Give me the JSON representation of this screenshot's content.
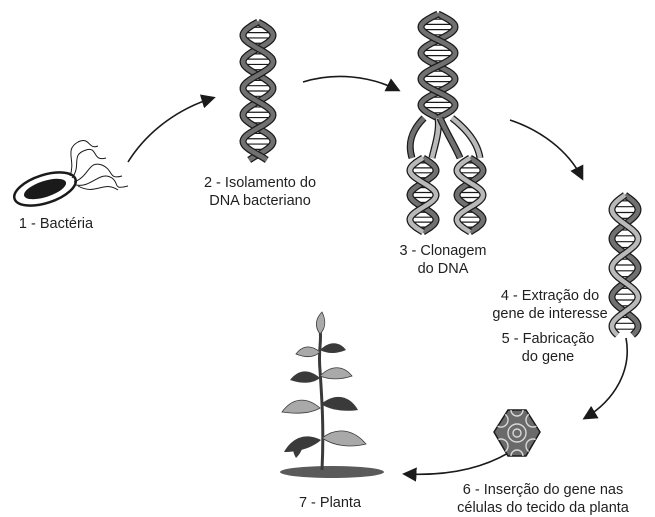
{
  "steps": [
    {
      "id": "bacteria",
      "lines": [
        "1 - Bactéria"
      ]
    },
    {
      "id": "isolation",
      "lines": [
        "2 - Isolamento do",
        "DNA bacteriano"
      ]
    },
    {
      "id": "cloning",
      "lines": [
        "3 - Clonagem",
        "do DNA"
      ]
    },
    {
      "id": "extraction",
      "lines": [
        "4 - Extração do",
        "gene de interesse"
      ]
    },
    {
      "id": "fabrication",
      "lines": [
        "5 - Fabricação",
        "do gene"
      ]
    },
    {
      "id": "insertion",
      "lines": [
        "6 - Inserção do gene nas",
        "células do tecido da planta"
      ]
    },
    {
      "id": "plant",
      "lines": [
        "7 - Planta"
      ]
    }
  ],
  "colors": {
    "strand": "#707070",
    "strand_light": "#b9b9b9",
    "rung": "#ffffff",
    "outline": "#1a1a1a",
    "leaf_dark": "#3a3a3a",
    "leaf_light": "#a9a9a9",
    "soil": "#5a5a5a"
  }
}
